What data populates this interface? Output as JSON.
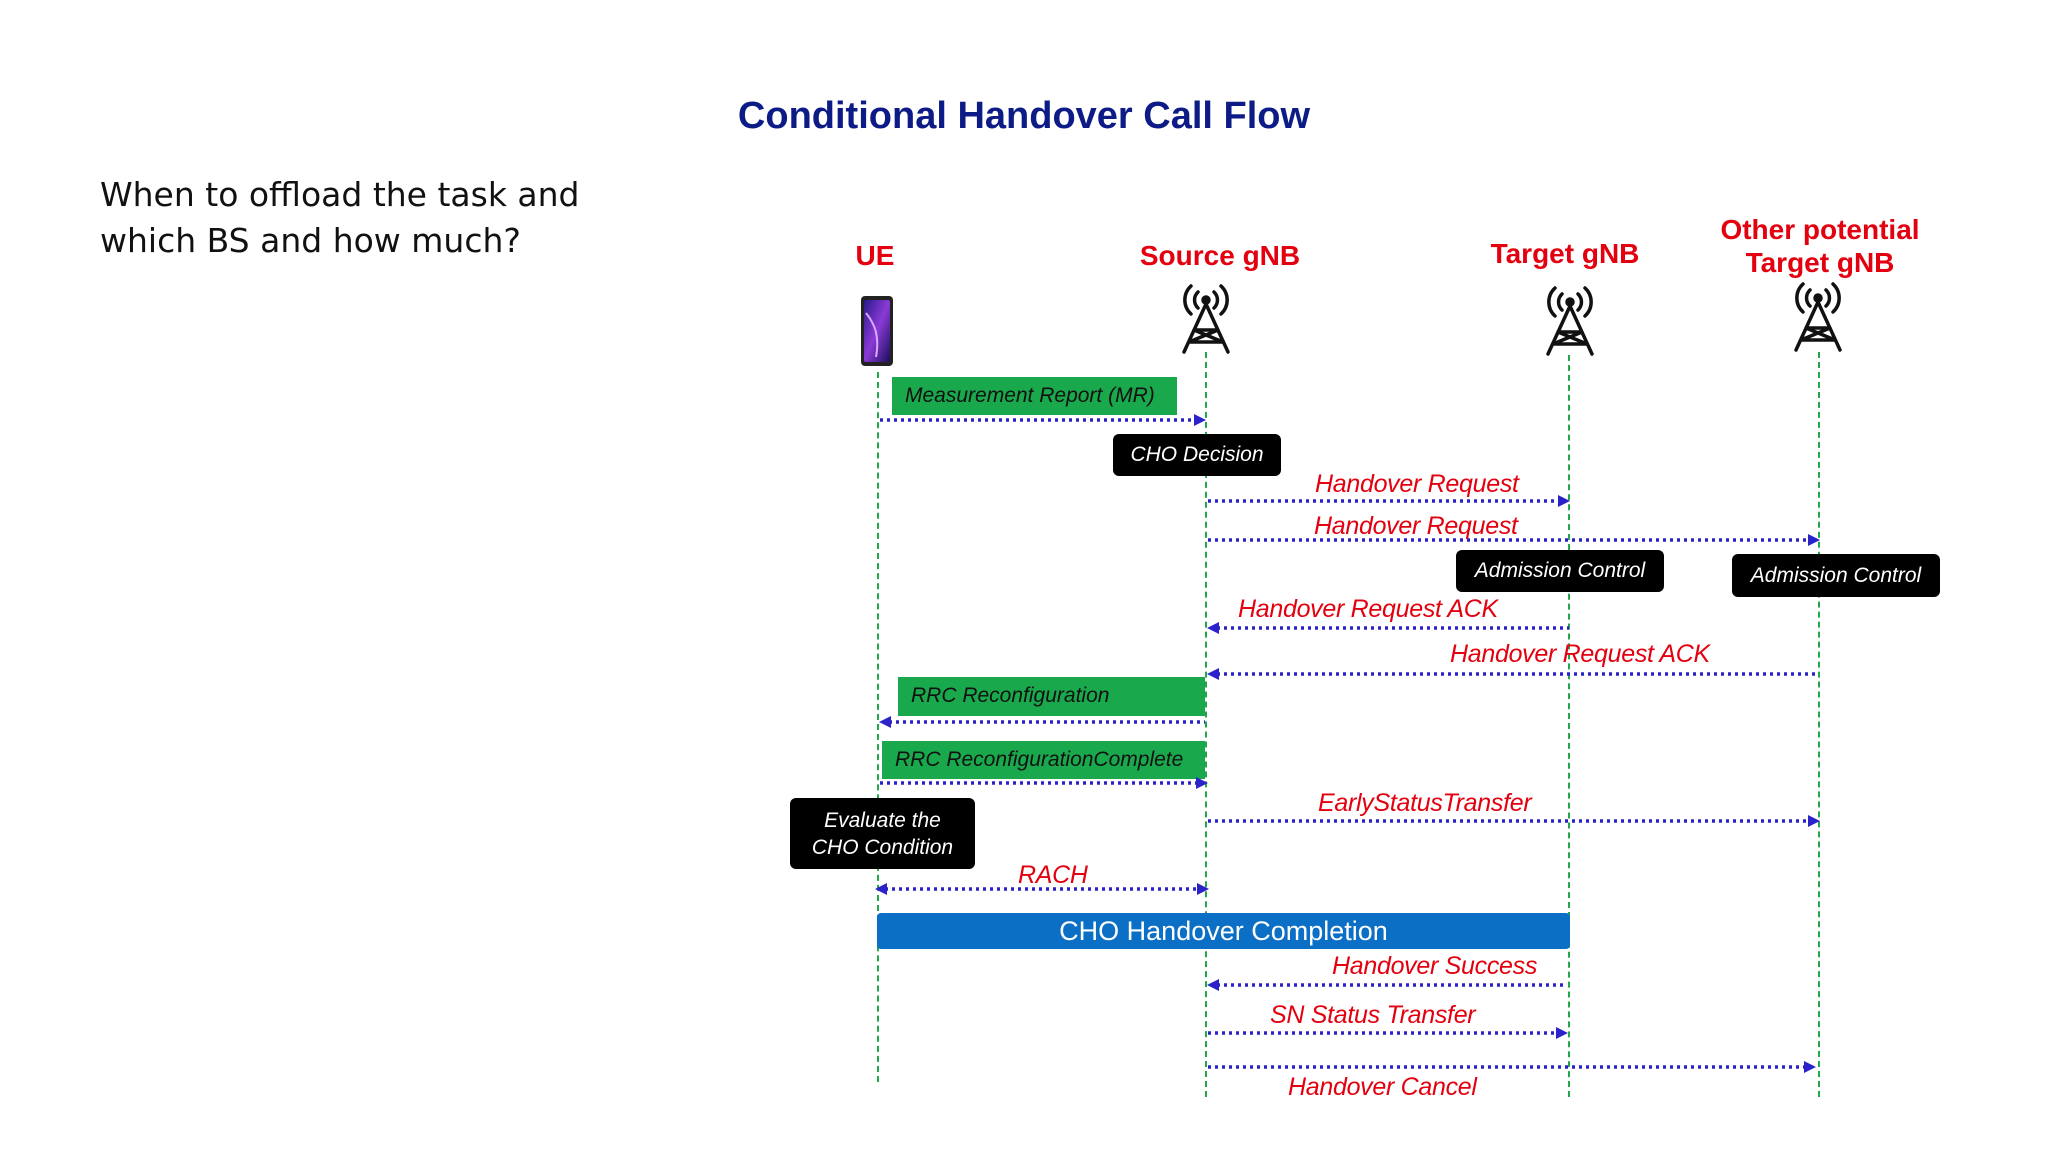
{
  "slide": {
    "title": "Conditional Handover Call Flow",
    "question": "When to offload the task and which BS and how much?"
  },
  "colors": {
    "title": "#0d1b86",
    "entity": "#e3000f",
    "message": "#e3000f",
    "lifeline": "#22a84a",
    "arrow": "#2c22c9",
    "green_box": "#1aa84c",
    "black_box": "#000000",
    "blue_bar": "#0b6fc6"
  },
  "entities": {
    "ue": {
      "label": "UE",
      "icon": "smartphone-icon"
    },
    "source": {
      "label": "Source gNB",
      "icon": "cell-tower-icon"
    },
    "target": {
      "label": "Target gNB",
      "icon": "cell-tower-icon"
    },
    "other": {
      "label_line1": "Other potential",
      "label_line2": "Target gNB",
      "icon": "cell-tower-icon"
    }
  },
  "flow": {
    "measurement_report": "Measurement Report (MR)",
    "cho_decision": "CHO Decision",
    "handover_request_1": "Handover Request",
    "handover_request_2": "Handover Request",
    "admission_control_target": "Admission Control",
    "admission_control_other": "Admission Control",
    "handover_request_ack_1": "Handover Request ACK",
    "handover_request_ack_2": "Handover Request ACK",
    "rrc_reconfiguration": "RRC Reconfiguration",
    "rrc_reconfiguration_complete": "RRC ReconfigurationComplete",
    "early_status_transfer": "EarlyStatusTransfer",
    "evaluate_line1": "Evaluate the",
    "evaluate_line2": "CHO Condition",
    "rach": "RACH",
    "cho_handover_completion": "CHO Handover Completion",
    "handover_success": "Handover Success",
    "sn_status_transfer": "SN Status Transfer",
    "handover_cancel": "Handover Cancel"
  }
}
